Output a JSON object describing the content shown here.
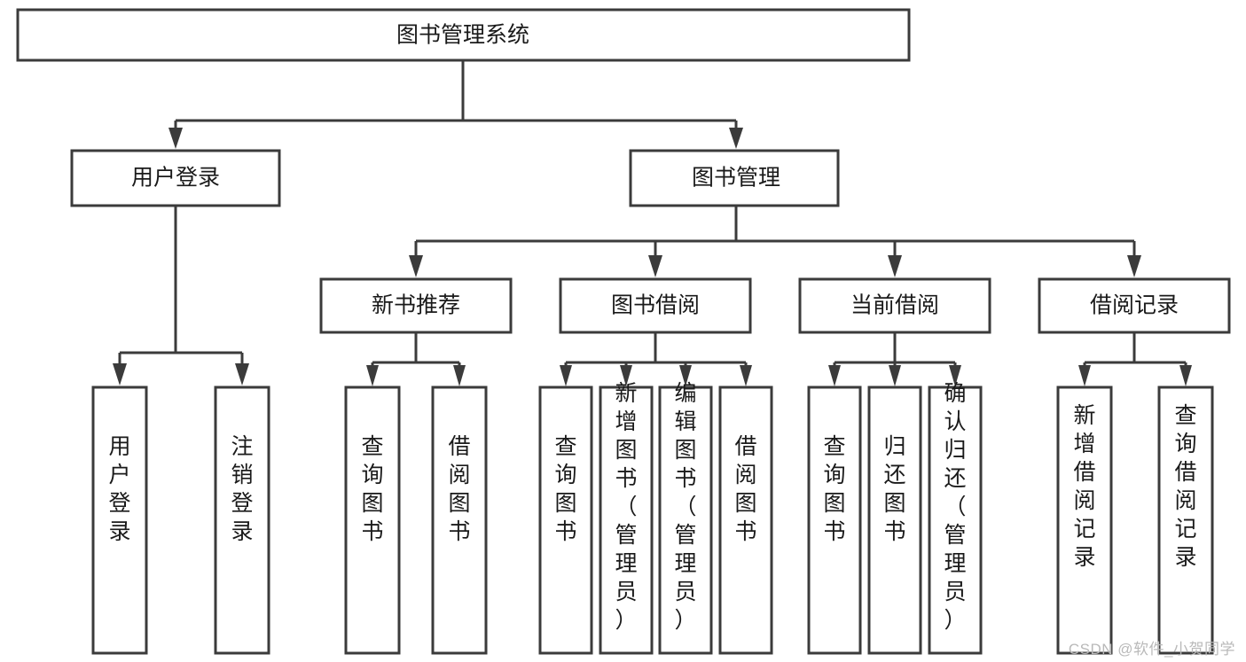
{
  "diagram": {
    "type": "tree-hierarchy",
    "title": "图书管理系统",
    "watermark": "CSDN @软件_小贺同学",
    "colors": {
      "stroke": "#3b3b3b",
      "fill": "#ffffff",
      "text": "#1a1a1a",
      "watermark": "#b9b9b9"
    },
    "root": {
      "label": "图书管理系统"
    },
    "level2": [
      {
        "label": "用户登录"
      },
      {
        "label": "图书管理"
      }
    ],
    "level3": [
      {
        "label": "新书推荐"
      },
      {
        "label": "图书借阅"
      },
      {
        "label": "当前借阅"
      },
      {
        "label": "借阅记录"
      }
    ],
    "leaves": {
      "user_login": [
        {
          "label": "用户登录"
        },
        {
          "label": "注销登录"
        }
      ],
      "new_book_recommend": [
        {
          "label": "查询图书"
        },
        {
          "label": "借阅图书"
        }
      ],
      "book_borrow": [
        {
          "label": "查询图书"
        },
        {
          "label": "新增图书（管理员）"
        },
        {
          "label": "编辑图书（管理员）"
        },
        {
          "label": "借阅图书"
        }
      ],
      "current_borrow": [
        {
          "label": "查询图书"
        },
        {
          "label": "归还图书"
        },
        {
          "label": "确认归还（管理员）"
        }
      ],
      "borrow_record": [
        {
          "label": "新增借阅记录"
        },
        {
          "label": "查询借阅记录"
        }
      ]
    }
  }
}
